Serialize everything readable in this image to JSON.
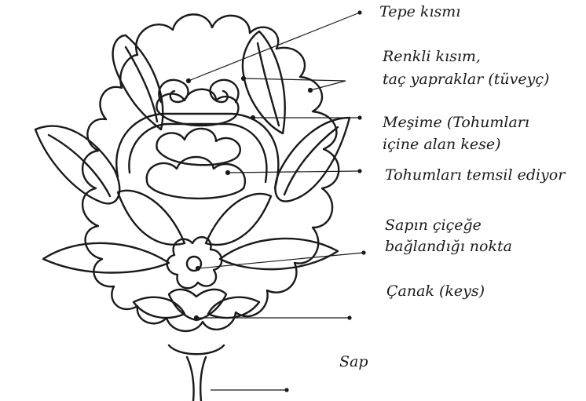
{
  "labels": {
    "tepe": "Tepe kısmı",
    "renkli_1": "Renkli kısım,",
    "renkli_2": "taç yapraklar (tüveyç)",
    "mesime_1": "Meşime (Tohumları",
    "mesime_2": "içine alan kese)",
    "tohum": "Tohumları temsil ediyor",
    "sap_nokta_1": "Sapın çiçeğe",
    "sap_nokta_2": "bağlandığı nokta",
    "canak": "Çanak (keys)",
    "sap": "Sap"
  },
  "colors": {
    "ink": "#1a1a1a",
    "paper": "#ffffff"
  }
}
